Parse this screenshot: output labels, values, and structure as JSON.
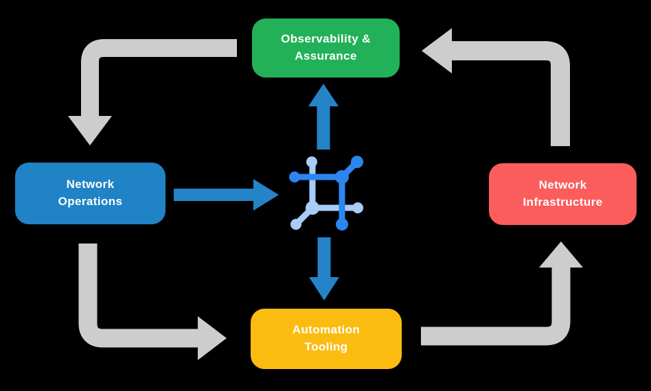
{
  "colors": {
    "background": "#000000",
    "green": "#22B158",
    "blue": "#1F83C5",
    "red": "#FB5D5D",
    "yellow": "#FBBC12",
    "gray_arrow": "#CDCDCD",
    "blue_arrow": "#2484C7",
    "icon_dark_blue": "#2B86F0",
    "icon_light_blue": "#A9CBF7",
    "label_text": "#FFFFFF"
  },
  "nodes": {
    "observability": {
      "label": "Observability &\nAssurance",
      "color": "#22B158"
    },
    "operations": {
      "label": "Network\nOperations",
      "color": "#1F83C5"
    },
    "infrastructure": {
      "label": "Network\nInfrastructure",
      "color": "#FB5D5D"
    },
    "automation": {
      "label": "Automation\nTooling",
      "color": "#FBBC12"
    }
  },
  "center_icon": "network-automation-icon",
  "flows": [
    {
      "from": "Observability & Assurance",
      "to": "Network Operations",
      "style": "gray-elbow"
    },
    {
      "from": "Network Operations",
      "to": "Automation Tooling",
      "style": "gray-elbow"
    },
    {
      "from": "Automation Tooling",
      "to": "Network Infrastructure",
      "style": "gray-elbow"
    },
    {
      "from": "Network Infrastructure",
      "to": "Observability & Assurance",
      "style": "gray-elbow"
    },
    {
      "from": "Network Operations",
      "to": "center-icon",
      "style": "blue-straight"
    },
    {
      "from": "center-icon",
      "to": "Observability & Assurance",
      "style": "blue-straight"
    },
    {
      "from": "center-icon",
      "to": "Automation Tooling",
      "style": "blue-straight"
    }
  ]
}
